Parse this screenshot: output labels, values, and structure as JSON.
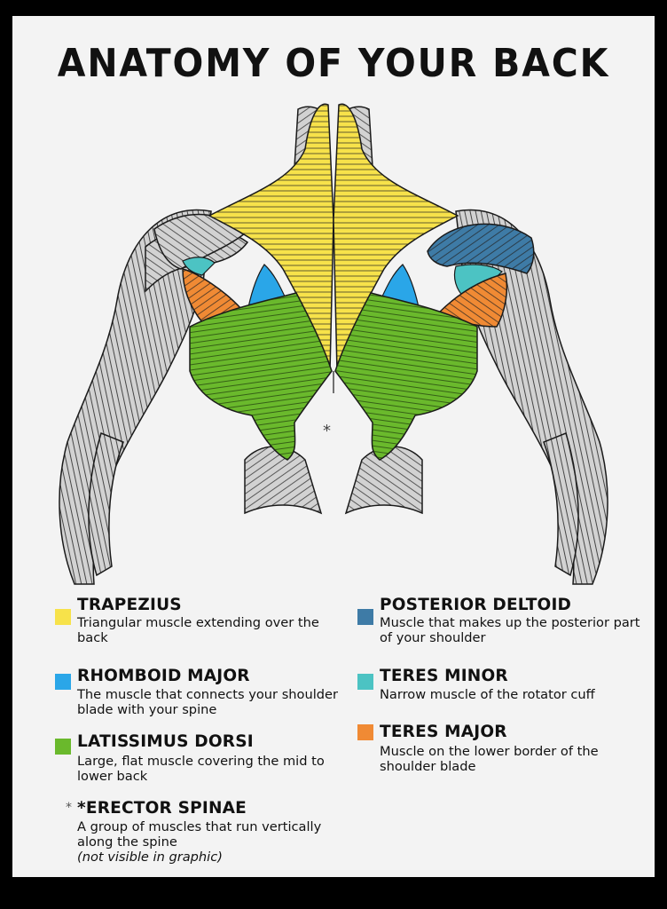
{
  "title": "ANATOMY OF YOUR BACK",
  "colors": {
    "trapezius": "#f7e24a",
    "rhomboid_major": "#2aa6e8",
    "latissimus_dorsi": "#6ab92c",
    "posterior_deltoid": "#3e7ba6",
    "teres_minor": "#4cc3c3",
    "teres_major": "#f08a34",
    "other_muscle": "#d2d2d2",
    "outline": "#1a1a1a"
  },
  "spine_marker": "*",
  "legend": {
    "trapezius": {
      "name": "TRAPEZIUS",
      "desc": "Triangular muscle extending over the back"
    },
    "rhomboid_major": {
      "name": "RHOMBOID MAJOR",
      "desc": "The muscle that connects your shoulder blade with your spine"
    },
    "latissimus_dorsi": {
      "name": "LATISSIMUS DORSI",
      "desc": "Large, flat muscle covering the mid to lower back"
    },
    "erector_spinae": {
      "marker": "*",
      "name": "*ERECTOR SPINAE",
      "desc": "A group of muscles that run vertically along the spine",
      "note": "(not visible in graphic)"
    },
    "posterior_deltoid": {
      "name": "POSTERIOR DELTOID",
      "desc": "Muscle that makes up the posterior part of your shoulder"
    },
    "teres_minor": {
      "name": "TERES MINOR",
      "desc": "Narrow muscle of the rotator cuff"
    },
    "teres_major": {
      "name": "TERES MAJOR",
      "desc": "Muscle on the lower border of the shoulder blade"
    }
  }
}
